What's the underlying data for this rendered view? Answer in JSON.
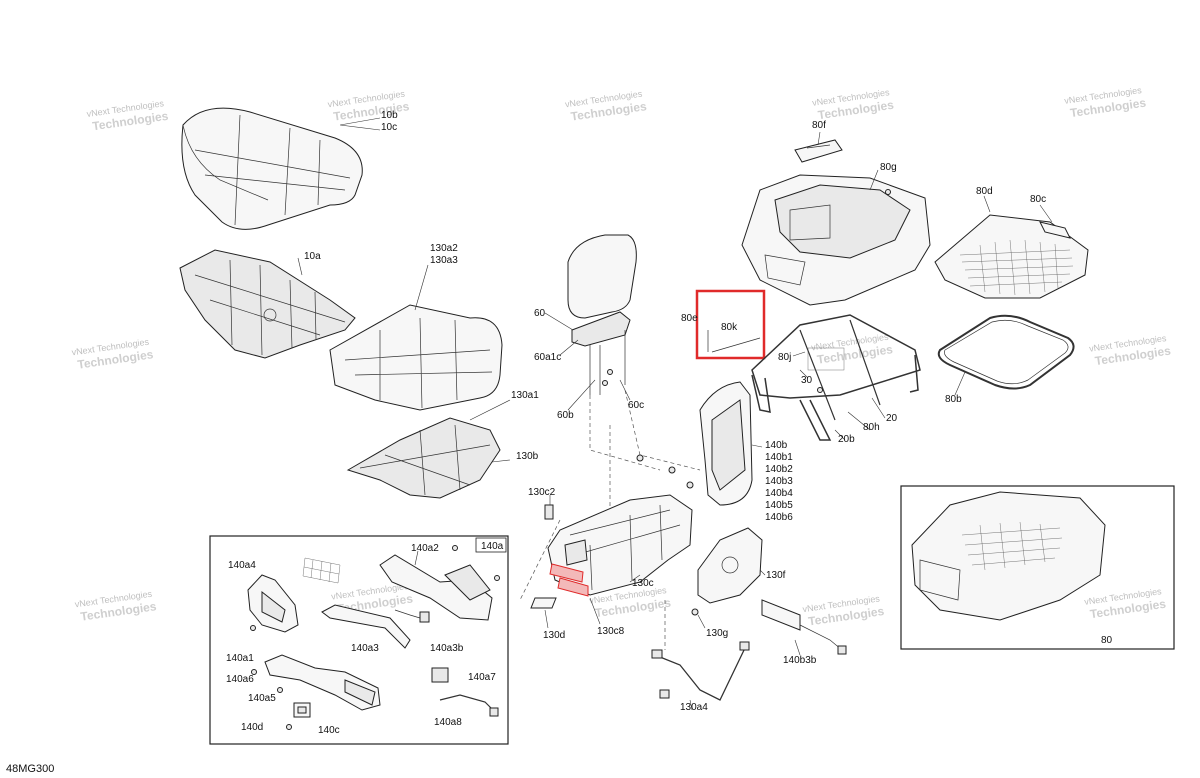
{
  "labels": {
    "p10b": "10b",
    "p10c": "10c",
    "p10a": "10a",
    "p130a2": "130a2",
    "p130a3": "130a3",
    "p130a1": "130a1",
    "p130b": "130b",
    "p60": "60",
    "p60a1c": "60a1c",
    "p60b": "60b",
    "p60c": "60c",
    "p80f": "80f",
    "p80g": "80g",
    "p80d": "80d",
    "p80c": "80c",
    "p80e": "80e",
    "p80k": "80k",
    "p80j": "80j",
    "p30": "30",
    "p20": "20",
    "p80h": "80h",
    "p20b": "20b",
    "p80b": "80b",
    "p140b": "140b",
    "p140b1": "140b1",
    "p140b2": "140b2",
    "p140b3": "140b3",
    "p140b4": "140b4",
    "p140b5": "140b5",
    "p140b6": "140b6",
    "p130c2": "130c2",
    "p130c": "130c",
    "p130f": "130f",
    "p130g": "130g",
    "p130d": "130d",
    "p130c8": "130c8",
    "p130a4": "130a4",
    "p140b3b": "140b3b",
    "p140a": "140a",
    "p140a4": "140a4",
    "p140a2": "140a2",
    "p140a3": "140a3",
    "p140a3b": "140a3b",
    "p140a1": "140a1",
    "p140a6": "140a6",
    "p140a5": "140a5",
    "p140a7": "140a7",
    "p140a8": "140a8",
    "p140d": "140d",
    "p140c": "140c",
    "p80": "80"
  },
  "watermark": {
    "line1": "vNext Technologies",
    "line2": "Technologies"
  },
  "diagram_code": "48MG300",
  "highlight_color": "#e02a2a"
}
